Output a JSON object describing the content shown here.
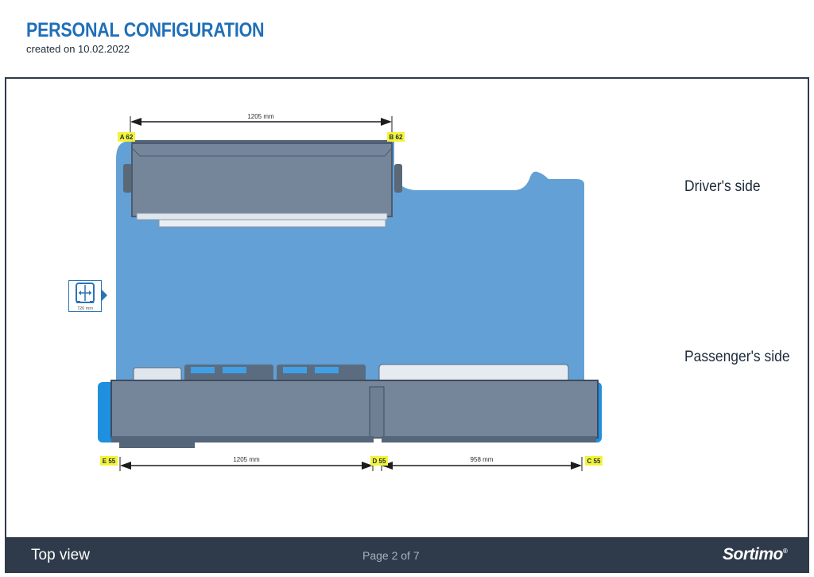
{
  "header": {
    "title": "PERSONAL CONFIGURATION",
    "created": "created on 10.02.2022"
  },
  "drawing": {
    "labels": {
      "a62": "A 62",
      "b62": "B 62",
      "e55": "E 55",
      "d55": "D 55",
      "c55": "C 55"
    },
    "dimensions": {
      "top": "1205 mm",
      "bottom_left": "1205 mm",
      "bottom_right": "958 mm"
    },
    "vehicle_icon_width": "726 mm",
    "drivers_side": "Driver's side",
    "passengers_side": "Passenger's side",
    "colors": {
      "floor": "#62a0d5",
      "shelf": "#75869b",
      "tag": "#f3f33a",
      "accent": "#1f6fb8"
    }
  },
  "footer": {
    "view": "Top view",
    "page": "Page 2 of 7",
    "brand": "Sortimo",
    "brand_mark": "®"
  }
}
